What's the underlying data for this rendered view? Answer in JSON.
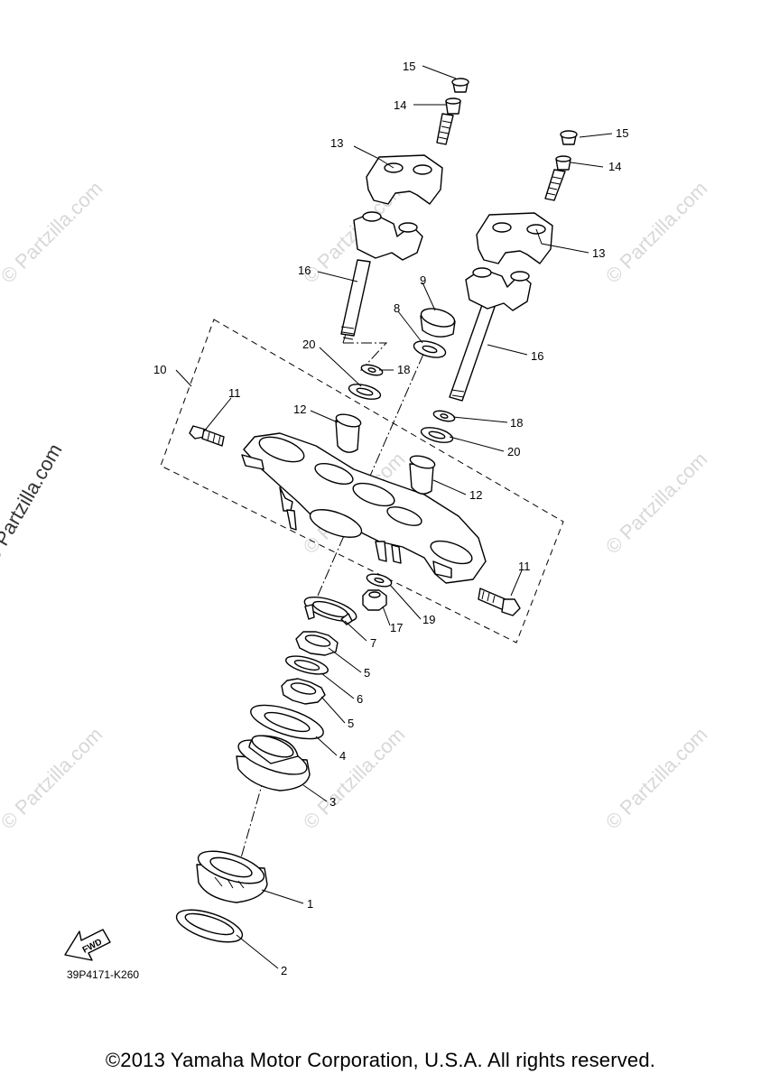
{
  "watermark": "© Partzilla.com",
  "side_watermark": "© Partzilla.com",
  "diagram_code": "39P4171-K260",
  "fwd_label": "FWD",
  "copyright": "©2013 Yamaha Motor Corporation, U.S.A. All rights reserved.",
  "callouts": {
    "c1": "1",
    "c2": "2",
    "c3": "3",
    "c4": "4",
    "c5a": "5",
    "c5b": "5",
    "c6": "6",
    "c7": "7",
    "c8": "8",
    "c9": "9",
    "c10": "10",
    "c11a": "11",
    "c11b": "11",
    "c12a": "12",
    "c12b": "12",
    "c13a": "13",
    "c13b": "13",
    "c14a": "14",
    "c14b": "14",
    "c15a": "15",
    "c15b": "15",
    "c16a": "16",
    "c16b": "16",
    "c17": "17",
    "c18a": "18",
    "c18b": "18",
    "c19": "19",
    "c20a": "20",
    "c20b": "20"
  }
}
